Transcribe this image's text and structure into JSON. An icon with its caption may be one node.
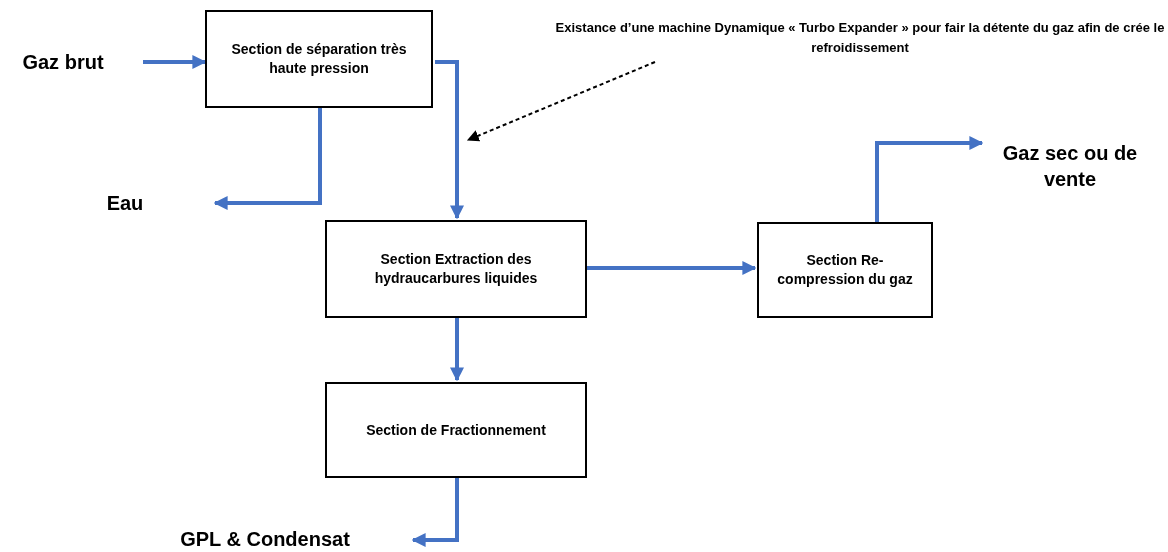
{
  "diagram": {
    "nodes": [
      {
        "text": [
          "Gaz brut"
        ]
      },
      {
        "text": [
          "Section de séparation très haute pression"
        ]
      },
      {
        "text": [
          "Eau"
        ]
      },
      {
        "text": [
          "Section Extraction des hydraucarbures liquides"
        ]
      },
      {
        "text": [
          "Section Re-compression du gaz"
        ]
      },
      {
        "text": [
          "Gaz sec ou de vente"
        ]
      },
      {
        "text": [
          "Section de Fractionnement"
        ]
      },
      {
        "text": [
          "GPL & Condensat"
        ]
      },
      {
        "text": [
          "Existance d’une machine Dynamique « Turbo Expander » pour fair la détente du gaz afin de crée le refroidissement"
        ]
      }
    ],
    "edges": [
      {
        "from": 0,
        "to": 1,
        "arrow": "to"
      },
      {
        "from": 1,
        "to": 2,
        "arrow": "to"
      },
      {
        "from": 1,
        "to": 3,
        "arrow": "to"
      },
      {
        "from": 3,
        "to": 4,
        "arrow": "to"
      },
      {
        "from": 4,
        "to": 5,
        "arrow": "to"
      },
      {
        "from": 3,
        "to": 6,
        "arrow": "to"
      },
      {
        "from": 6,
        "to": 7,
        "arrow": "to"
      },
      {
        "from": 8,
        "to": null,
        "arrow": "to",
        "style": "dashed",
        "color": "#000000"
      }
    ]
  }
}
